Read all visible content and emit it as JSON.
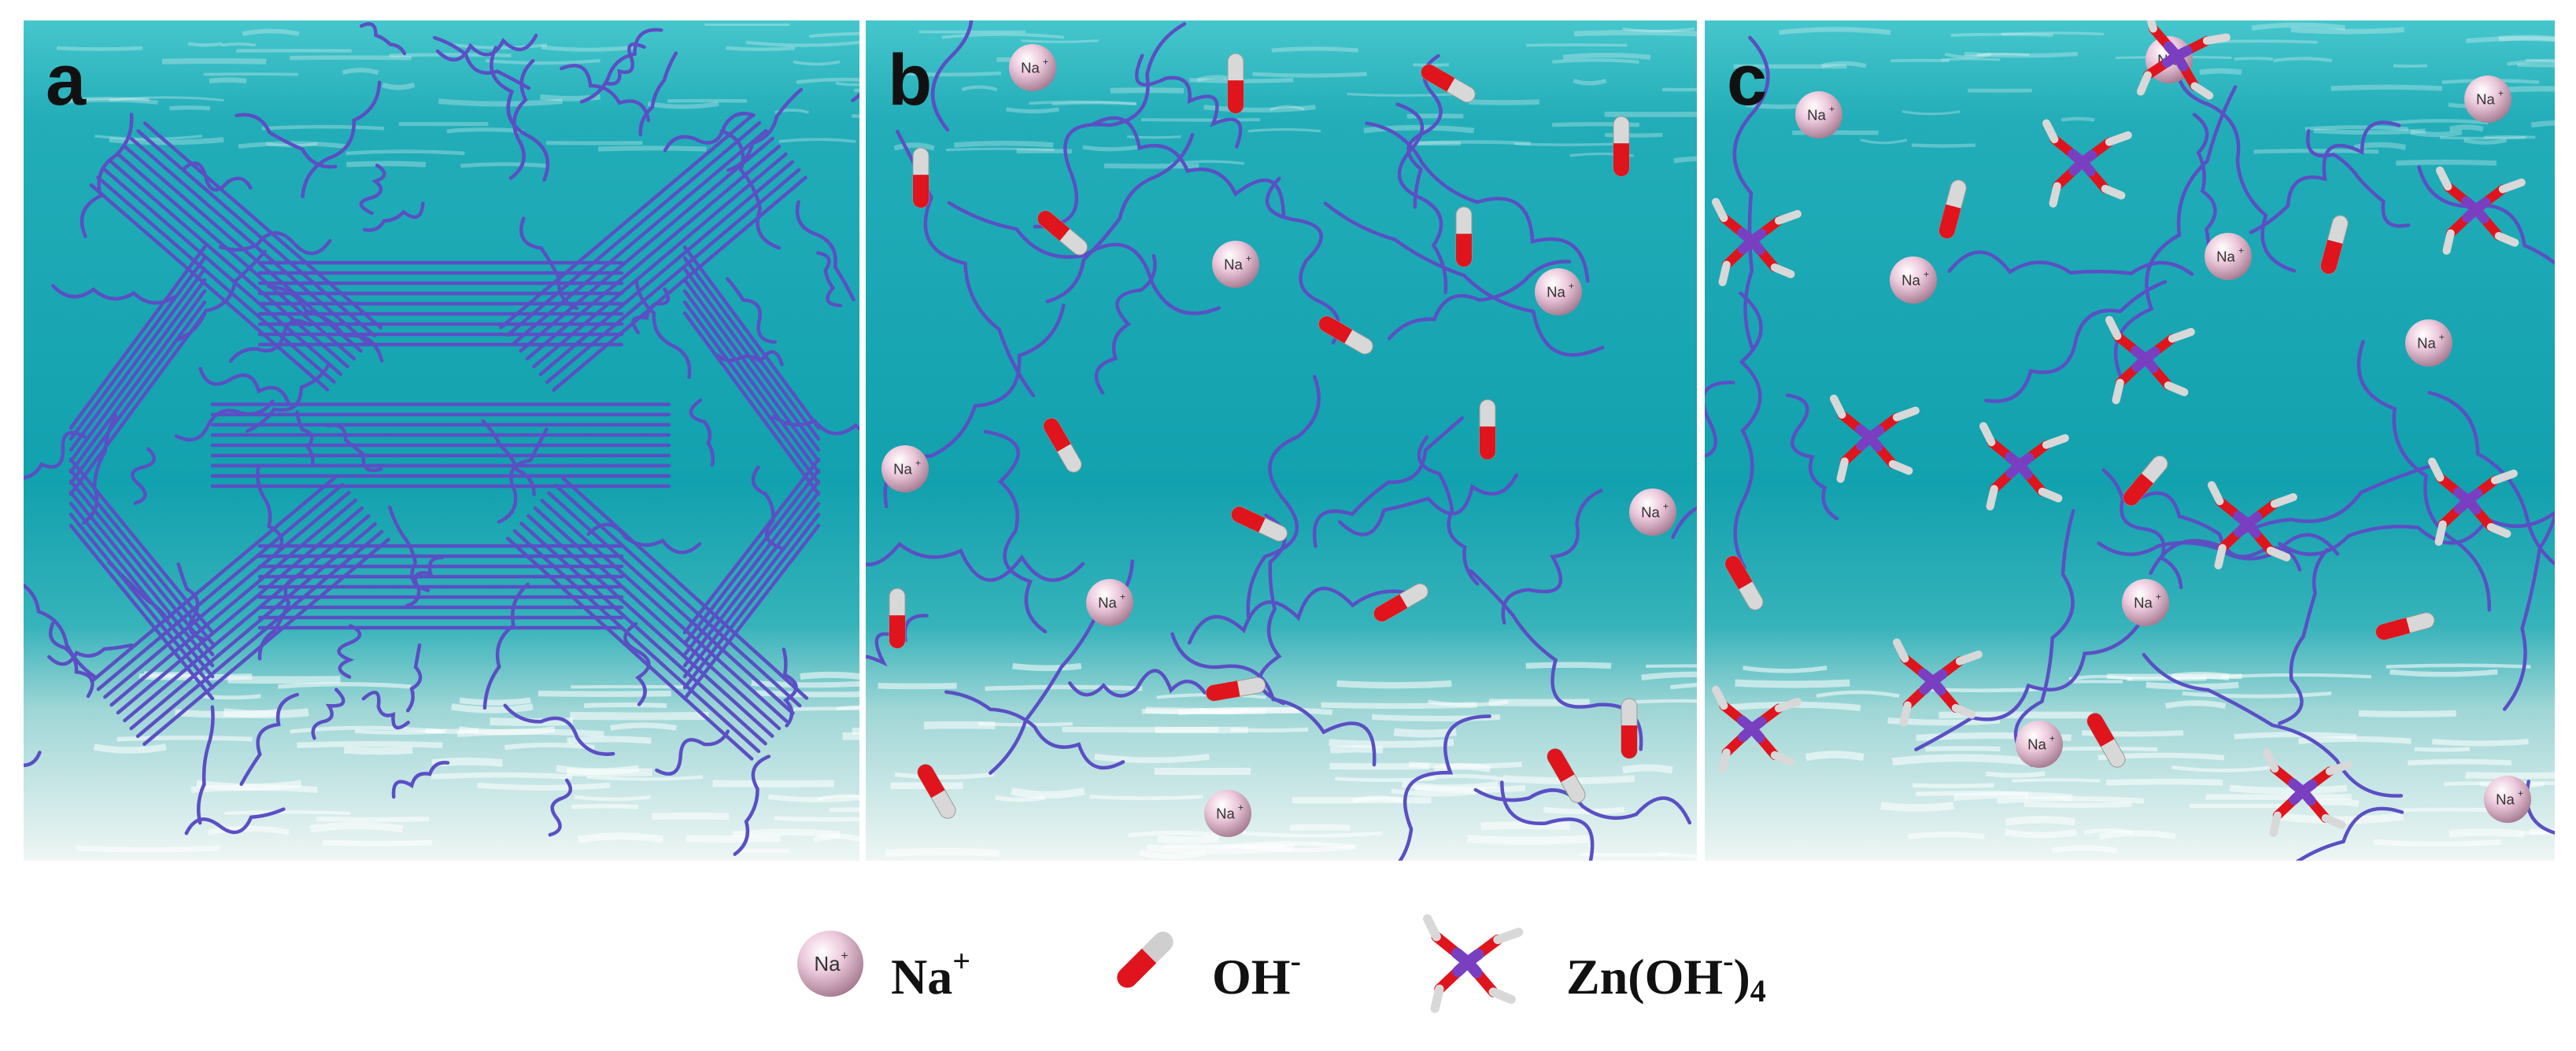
{
  "panels": [
    {
      "id": "a",
      "label": "a"
    },
    {
      "id": "b",
      "label": "b"
    },
    {
      "id": "c",
      "label": "c"
    }
  ],
  "ion_label": "Na",
  "ion_charge": "+",
  "legend": {
    "na": {
      "base": "Na",
      "sup": "+"
    },
    "oh": {
      "base": "OH",
      "sup": "-"
    },
    "zn": {
      "base": "Zn(OH",
      "sup": "-",
      "close": ")",
      "sub": "4"
    }
  },
  "colors": {
    "chain": "#5b4fc4",
    "oxygen": "#e0141c",
    "hydrogen": "#d8d8d8",
    "zinc": "#7a3fc0",
    "sodium": "#e8c2d8",
    "water_top": "#1fa9b6",
    "water_bottom": "#e6f3f3"
  }
}
